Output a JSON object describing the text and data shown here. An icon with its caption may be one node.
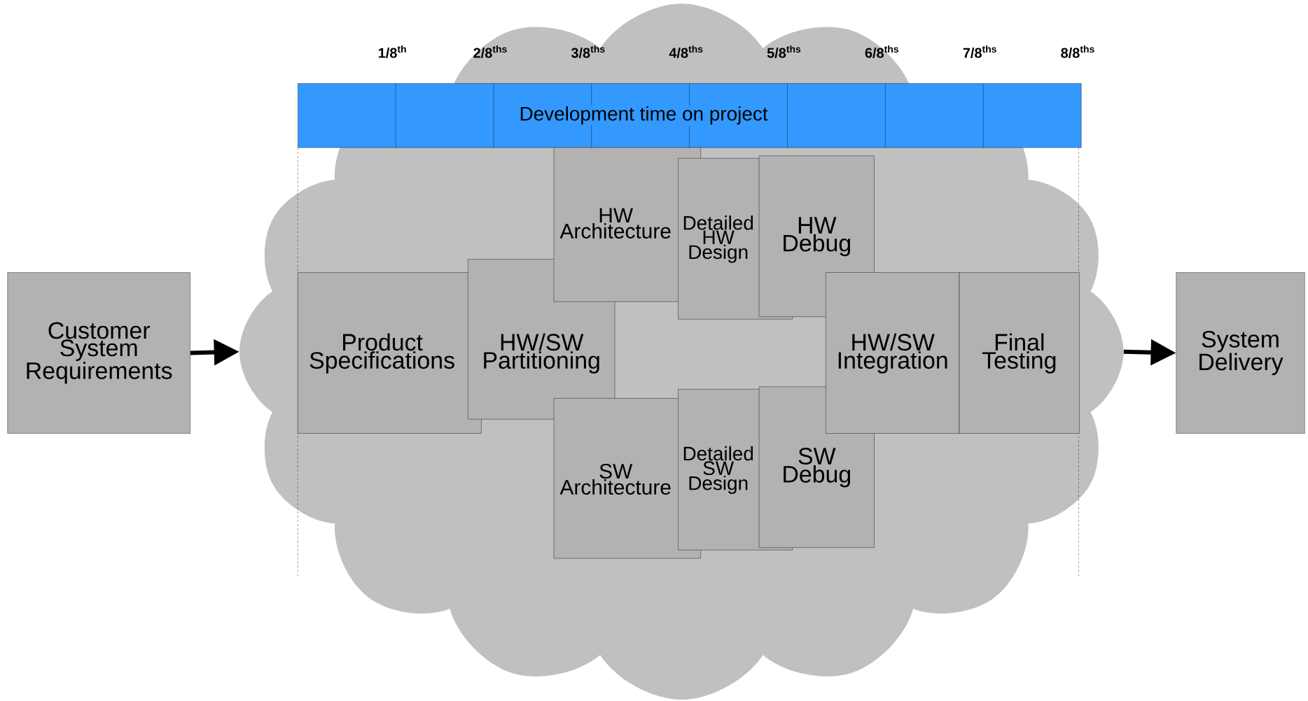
{
  "diagram": {
    "nodes": [
      {
        "text": [
          "Customer System Requirements"
        ]
      },
      {
        "text": [],
        "shape": "cloud"
      },
      {
        "text": [
          "Development time on project"
        ],
        "in": 1
      },
      {
        "text": [
          "Product Specifications"
        ],
        "in": 1
      },
      {
        "text": [
          "HW/SW Partitioning"
        ],
        "in": 1
      },
      {
        "text": [
          "HW Architecture"
        ],
        "in": 1
      },
      {
        "text": [
          "SW Architecture"
        ],
        "in": 1
      },
      {
        "text": [
          "Detailed HW Design"
        ],
        "in": 1
      },
      {
        "text": [
          "Detailed SW Design"
        ],
        "in": 1
      },
      {
        "text": [
          "HW Debug"
        ],
        "in": 1
      },
      {
        "text": [
          "SW Debug"
        ],
        "in": 1
      },
      {
        "text": [
          "HW/SW Integration"
        ],
        "in": 1
      },
      {
        "text": [
          "Final Testing"
        ],
        "in": 1
      },
      {
        "text": [
          "System Delivery"
        ]
      }
    ],
    "edges": [
      {
        "from": 0,
        "to": 1,
        "arrow": "to"
      },
      {
        "from": 1,
        "to": 13,
        "arrow": "to"
      }
    ],
    "labels": [
      "1/8$^{th}$",
      "2/8$^{ths}$",
      "3/8$^{ths}$",
      "4/8$^{ths}$",
      "5/8$^{ths}$",
      "6/8$^{ths}$",
      "7/8$^{ths}$",
      "8/8$^{ths}$"
    ]
  }
}
